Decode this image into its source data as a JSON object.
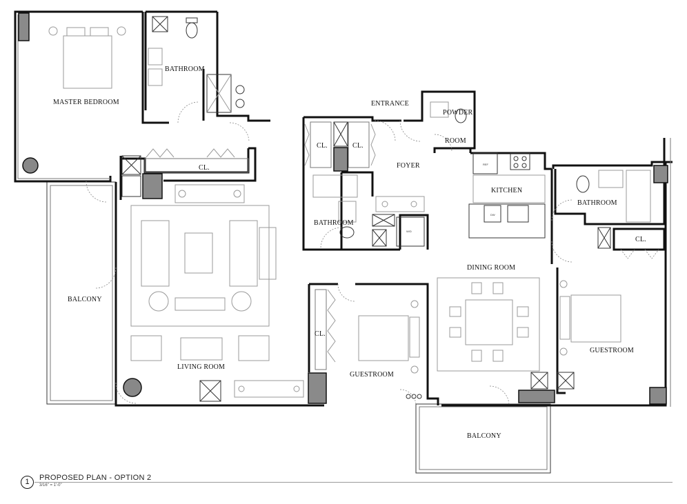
{
  "rooms": {
    "master_bedroom": "MASTER BEDROOM",
    "bathroom_master": "BATHROOM",
    "entrance": "ENTRANCE",
    "powder_room_line1": "POWDER",
    "powder_room_line2": "ROOM",
    "closet_1": "CL.",
    "closet_2": "CL.",
    "closet_3": "CL.",
    "closet_4": "CL.",
    "closet_5": "CL.",
    "foyer": "FOYER",
    "kitchen": "KITCHEN",
    "bathroom_center": "BATHROOM",
    "bathroom_right": "BATHROOM",
    "dining_room": "DINING ROOM",
    "balcony_left": "BALCONY",
    "balcony_bottom": "BALCONY",
    "living_room": "LIVING ROOM",
    "guestroom_center": "GUESTROOM",
    "guestroom_right": "GUESTROOM"
  },
  "fixtures": {
    "refrigerator": "REF",
    "dishwasher": "DW",
    "washer_dryer": "W/D"
  },
  "title_block": {
    "number": "1",
    "title": "PROPOSED PLAN - OPTION 2",
    "scale": "3/16\" = 1'-0\""
  }
}
